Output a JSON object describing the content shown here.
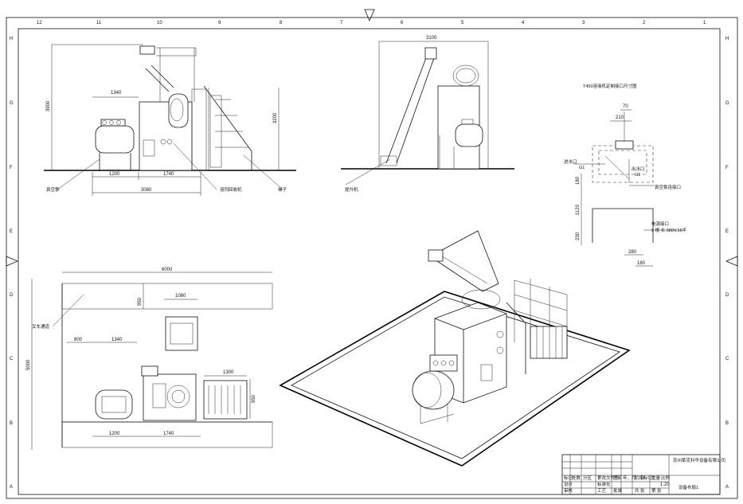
{
  "border": {
    "columns": [
      "12",
      "11",
      "10",
      "9",
      "8",
      "7",
      "6",
      "5",
      "4",
      "3",
      "2",
      "1"
    ],
    "rows": [
      "H",
      "G",
      "F",
      "E",
      "D",
      "C",
      "B",
      "A"
    ]
  },
  "front_view": {
    "dims": {
      "width_tank": "1340",
      "height_total": "3900",
      "height_right": "3200",
      "base_left": "1200",
      "base_mid": "1740",
      "overall": "3080"
    },
    "labels": {
      "vacuum": "真空泵",
      "recovery": "溶剂回收机",
      "ladder": "梯子"
    }
  },
  "side_view": {
    "dims": {
      "width": "3100"
    },
    "labels": {
      "lifter": "提升机"
    }
  },
  "interface_detail": {
    "title": "T450溶液机定制接口尺寸图",
    "dims": {
      "d70": "70",
      "d210": "210",
      "d180": "180",
      "d1120": "1120",
      "d230": "230",
      "d280": "280",
      "d160": "160"
    },
    "labels": {
      "water_in": "进水口",
      "water_in_code": "G1",
      "water_out": "出水口",
      "water_out_code": "G1",
      "vacuum_port": "真空泵连接口",
      "power_port": "电源接口",
      "power_spec": "5 根 长 380V,16平"
    }
  },
  "plan_view": {
    "dims": {
      "overall_width": "6000",
      "height": "5000",
      "top_depth": "950",
      "opening": "1080",
      "left_gap": "800",
      "tank": "1340",
      "box_w": "1300",
      "box_h": "950",
      "base_left": "1200",
      "base_mid": "1740"
    },
    "labels": {
      "forklift_lane": "叉车通道"
    }
  },
  "title_block": {
    "company": "苏州莱克科华设备有限公司",
    "drawing_name": "设备布局1",
    "scale": "1:20",
    "cells": [
      "标记",
      "处数",
      "分区",
      "更改文件号",
      "签名",
      "年、月、日",
      "设计",
      "标准化",
      "阶段标记",
      "重量",
      "比例",
      "审核",
      "工艺",
      "批准",
      "共 张",
      "第 张"
    ]
  }
}
